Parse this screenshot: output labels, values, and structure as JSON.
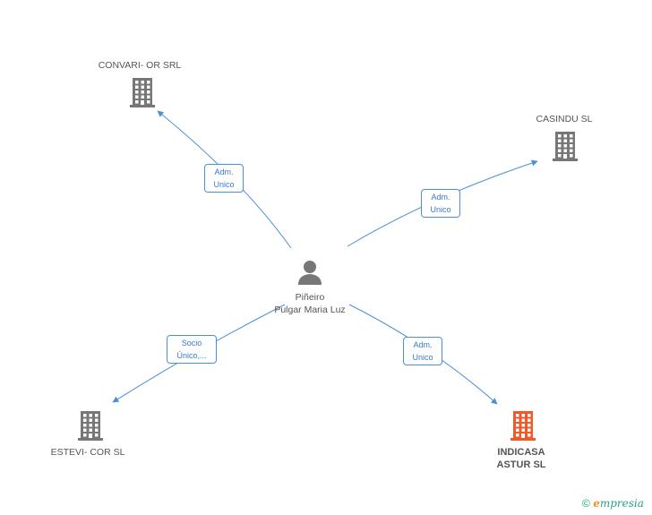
{
  "center": {
    "name_line1": "Piñeiro",
    "name_line2": "Pulgar Maria Luz"
  },
  "companies": {
    "convari": {
      "name": "CONVARI- OR SRL"
    },
    "casindu": {
      "name": "CASINDU SL"
    },
    "estevi": {
      "name": "ESTEVI- COR SL"
    },
    "indicasa": {
      "line1": "INDICASA",
      "line2": "ASTUR SL"
    }
  },
  "edges": {
    "convari": {
      "line1": "Adm.",
      "line2": "Unico"
    },
    "casindu": {
      "line1": "Adm.",
      "line2": "Unico"
    },
    "estevi": {
      "line1": "Socio",
      "line2": "Único,..."
    },
    "indicasa": {
      "line1": "Adm.",
      "line2": "Unico"
    }
  },
  "footer": {
    "copyright": "©",
    "brand_e": "e",
    "brand_rest": "mpresia"
  },
  "colors": {
    "edge": "#4a90d9",
    "building": "#777777",
    "highlight": "#f05a2a",
    "person": "#777777"
  }
}
